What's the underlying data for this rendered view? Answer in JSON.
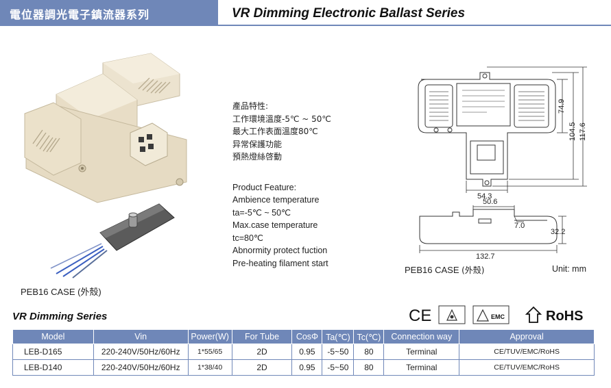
{
  "header": {
    "title_cn": "電位器調光電子鎮流器系列",
    "title_en": "VR Dimming Electronic Ballast Series"
  },
  "product": {
    "caption": "PEB16  CASE (外殼)"
  },
  "features": {
    "cn": [
      "產品特性:",
      "工作環境溫度-5℃ ~ 50℃",
      "最大工作表面溫度80℃",
      "异常保護功能",
      "預熱燈絲啓動"
    ],
    "en": [
      "Product Feature:",
      "Ambience temperature",
      "ta=-5℃ ~ 50℃",
      "Max.case temperature",
      "tc=80℃",
      "Abnormity protect fuction",
      "Pre-heating filament start"
    ]
  },
  "drawing": {
    "dims": {
      "d74_9": "74.9",
      "d104_5": "104.5",
      "d117_6": "117.6",
      "d54_3": "54.3",
      "d50_6": "50.6",
      "d7_0": "7.0",
      "d32_2": "32.2",
      "d132_7": "132.7"
    },
    "caption_prefix": "PEB16  CASE ",
    "caption_cn": "(外殼)",
    "unit": "Unit: mm"
  },
  "series": {
    "title": "VR Dimming Series"
  },
  "logos": {
    "ce": "CE",
    "rohs": "RoHS",
    "emc": "EMC"
  },
  "table": {
    "headers": [
      "Model",
      "Vin",
      "Power(W)",
      "For Tube",
      "CosΦ",
      "Ta(℃)",
      "Tc(℃)",
      "Connection way",
      "Approval"
    ],
    "rows": [
      [
        "LEB-D165",
        "220-240V/50Hz/60Hz",
        "1*55/65",
        "2D",
        "0.95",
        "-5~50",
        "80",
        "Terminal",
        "CE/TUV/EMC/RoHS"
      ],
      [
        "LEB-D140",
        "220-240V/50Hz/60Hz",
        "1*38/40",
        "2D",
        "0.95",
        "-5~50",
        "80",
        "Terminal",
        "CE/TUV/EMC/RoHS"
      ]
    ]
  },
  "colors": {
    "accent": "#6f87b8",
    "case": "#ece3cf",
    "cable_blue": "#3b5fc0"
  }
}
